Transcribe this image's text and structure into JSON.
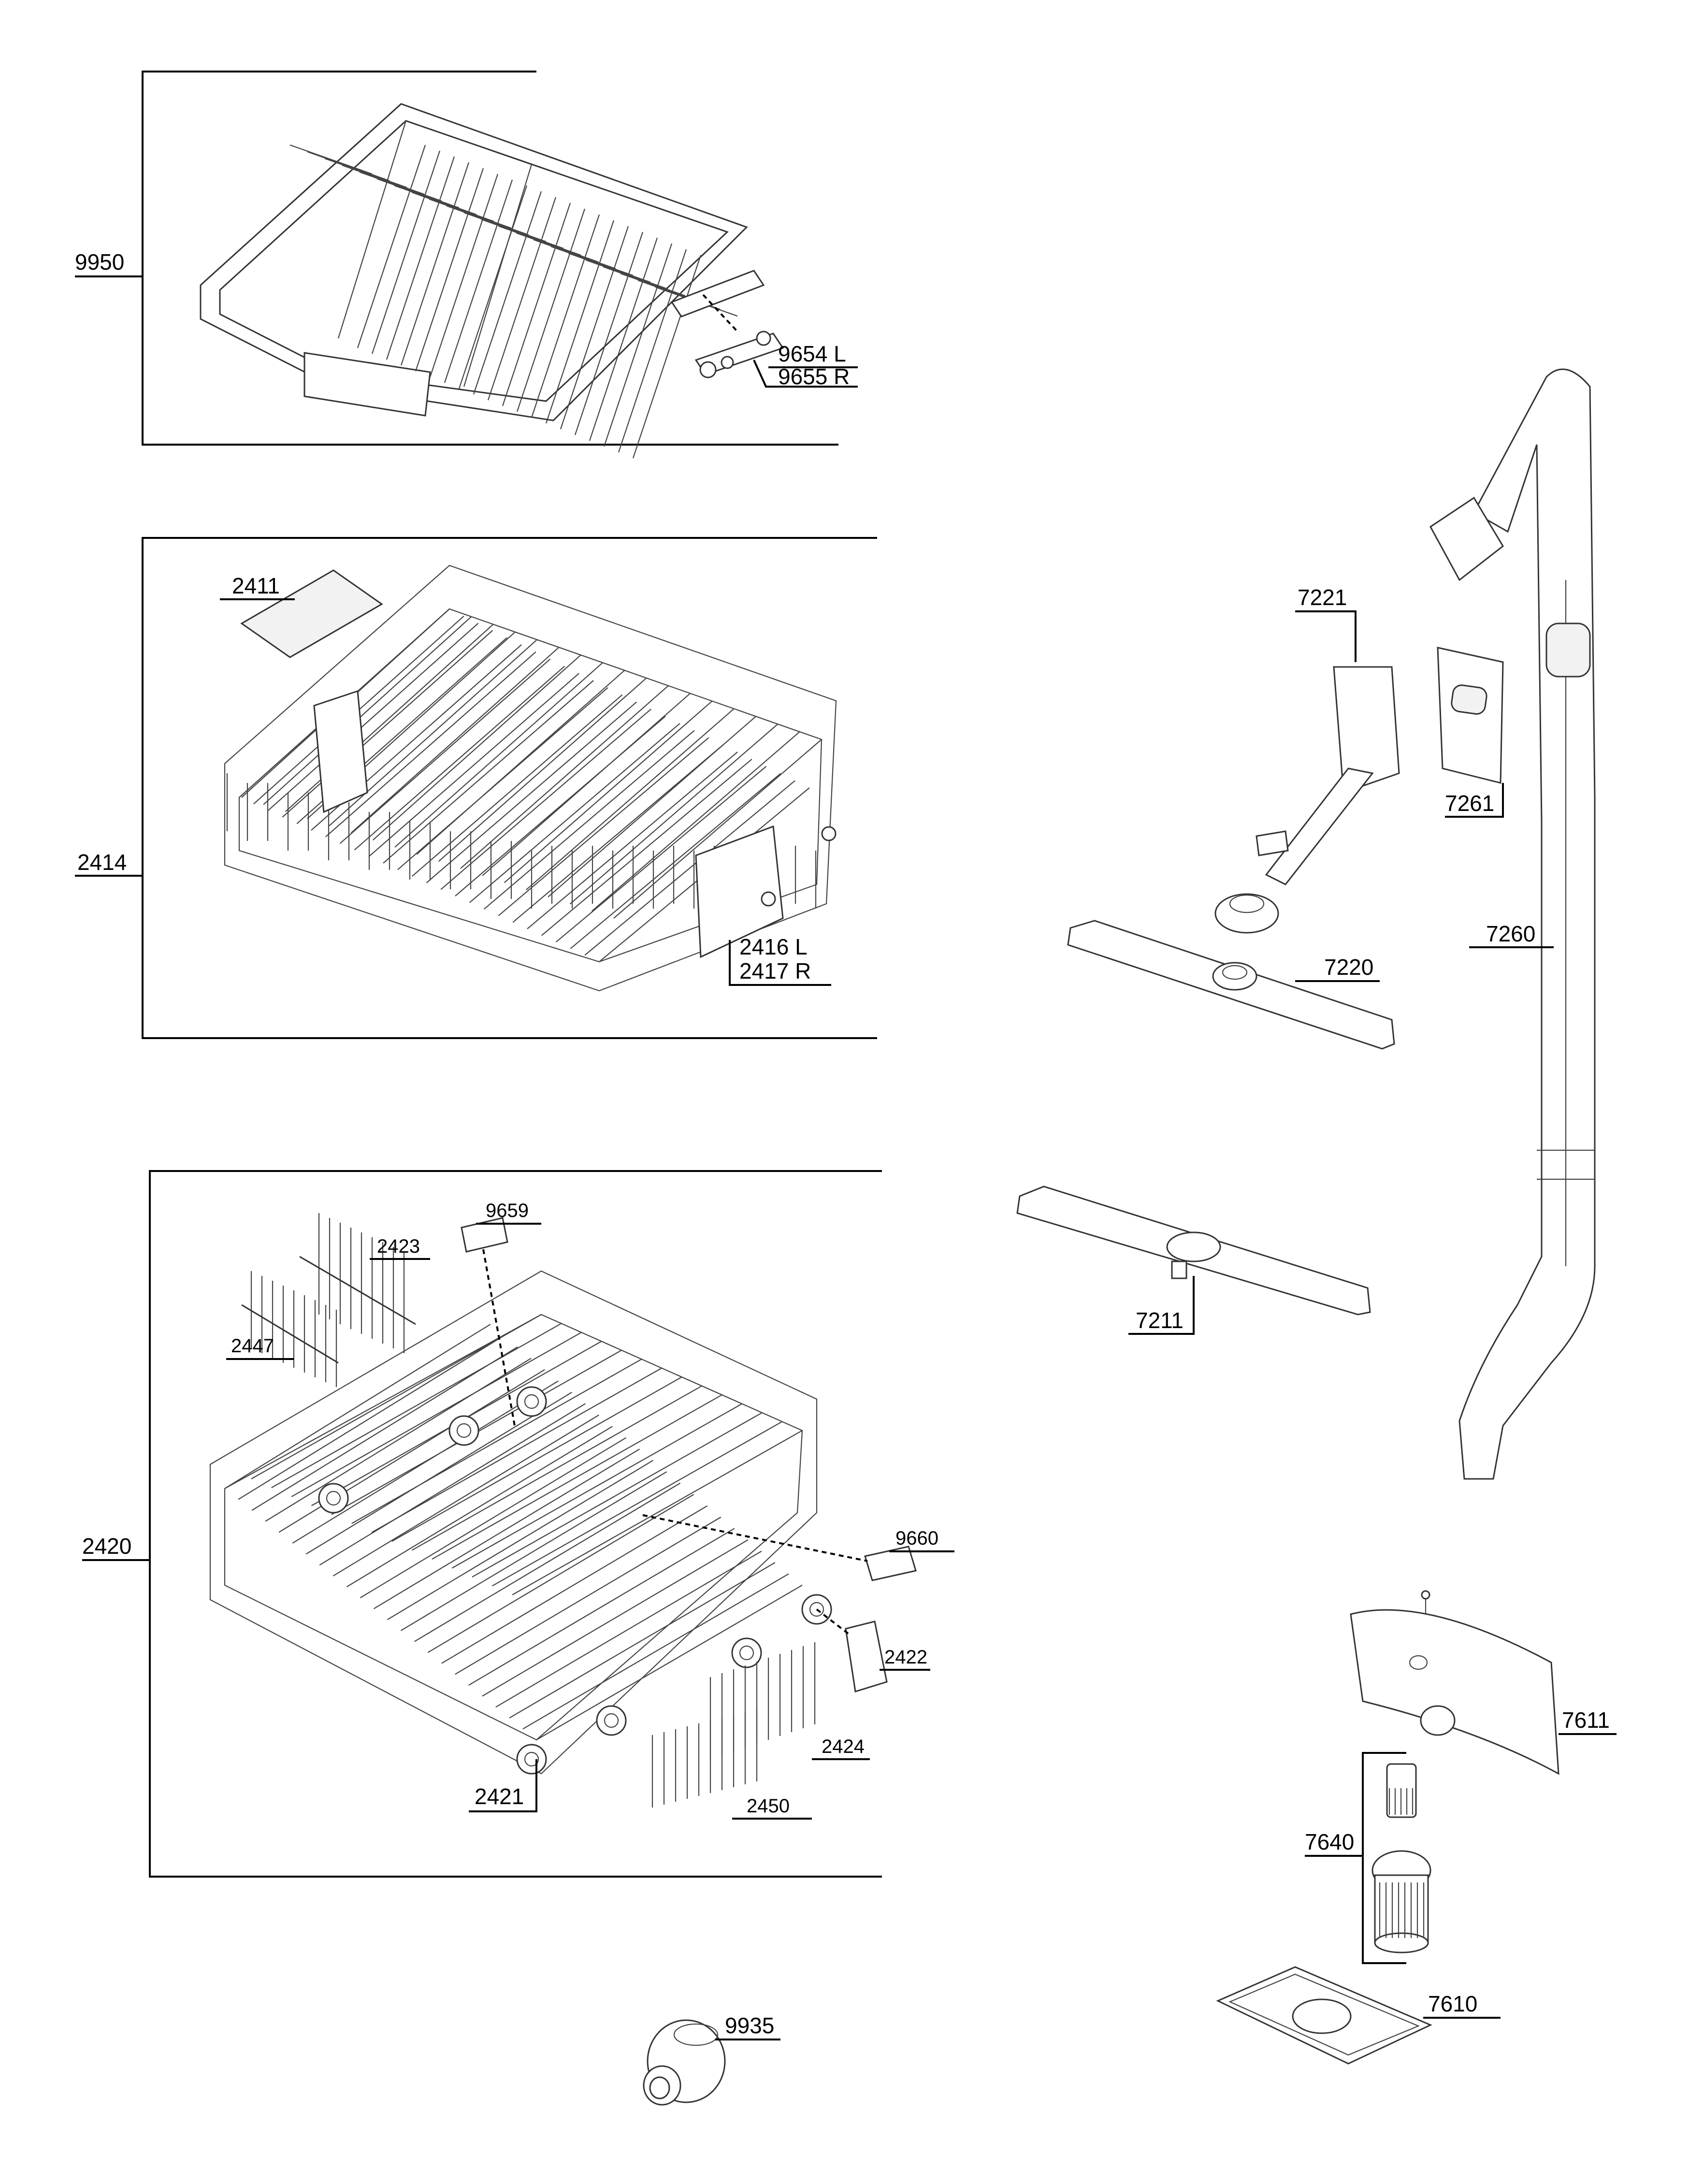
{
  "diagram": {
    "labels": {
      "p9950": "9950",
      "p9654": "9654 L",
      "p9655": "9655 R",
      "p2414": "2414",
      "p2411": "2411",
      "p2416": "2416 L",
      "p2417": "2417 R",
      "p2420": "2420",
      "p9659": "9659",
      "p2423": "2423",
      "p2447": "2447",
      "p9660": "9660",
      "p2422": "2422",
      "p2424": "2424",
      "p2450": "2450",
      "p2421": "2421",
      "p9935": "9935",
      "p7221": "7221",
      "p7261": "7261",
      "p7220": "7220",
      "p7260": "7260",
      "p7211": "7211",
      "p7611": "7611",
      "p7640": "7640",
      "p7610": "7610"
    }
  }
}
